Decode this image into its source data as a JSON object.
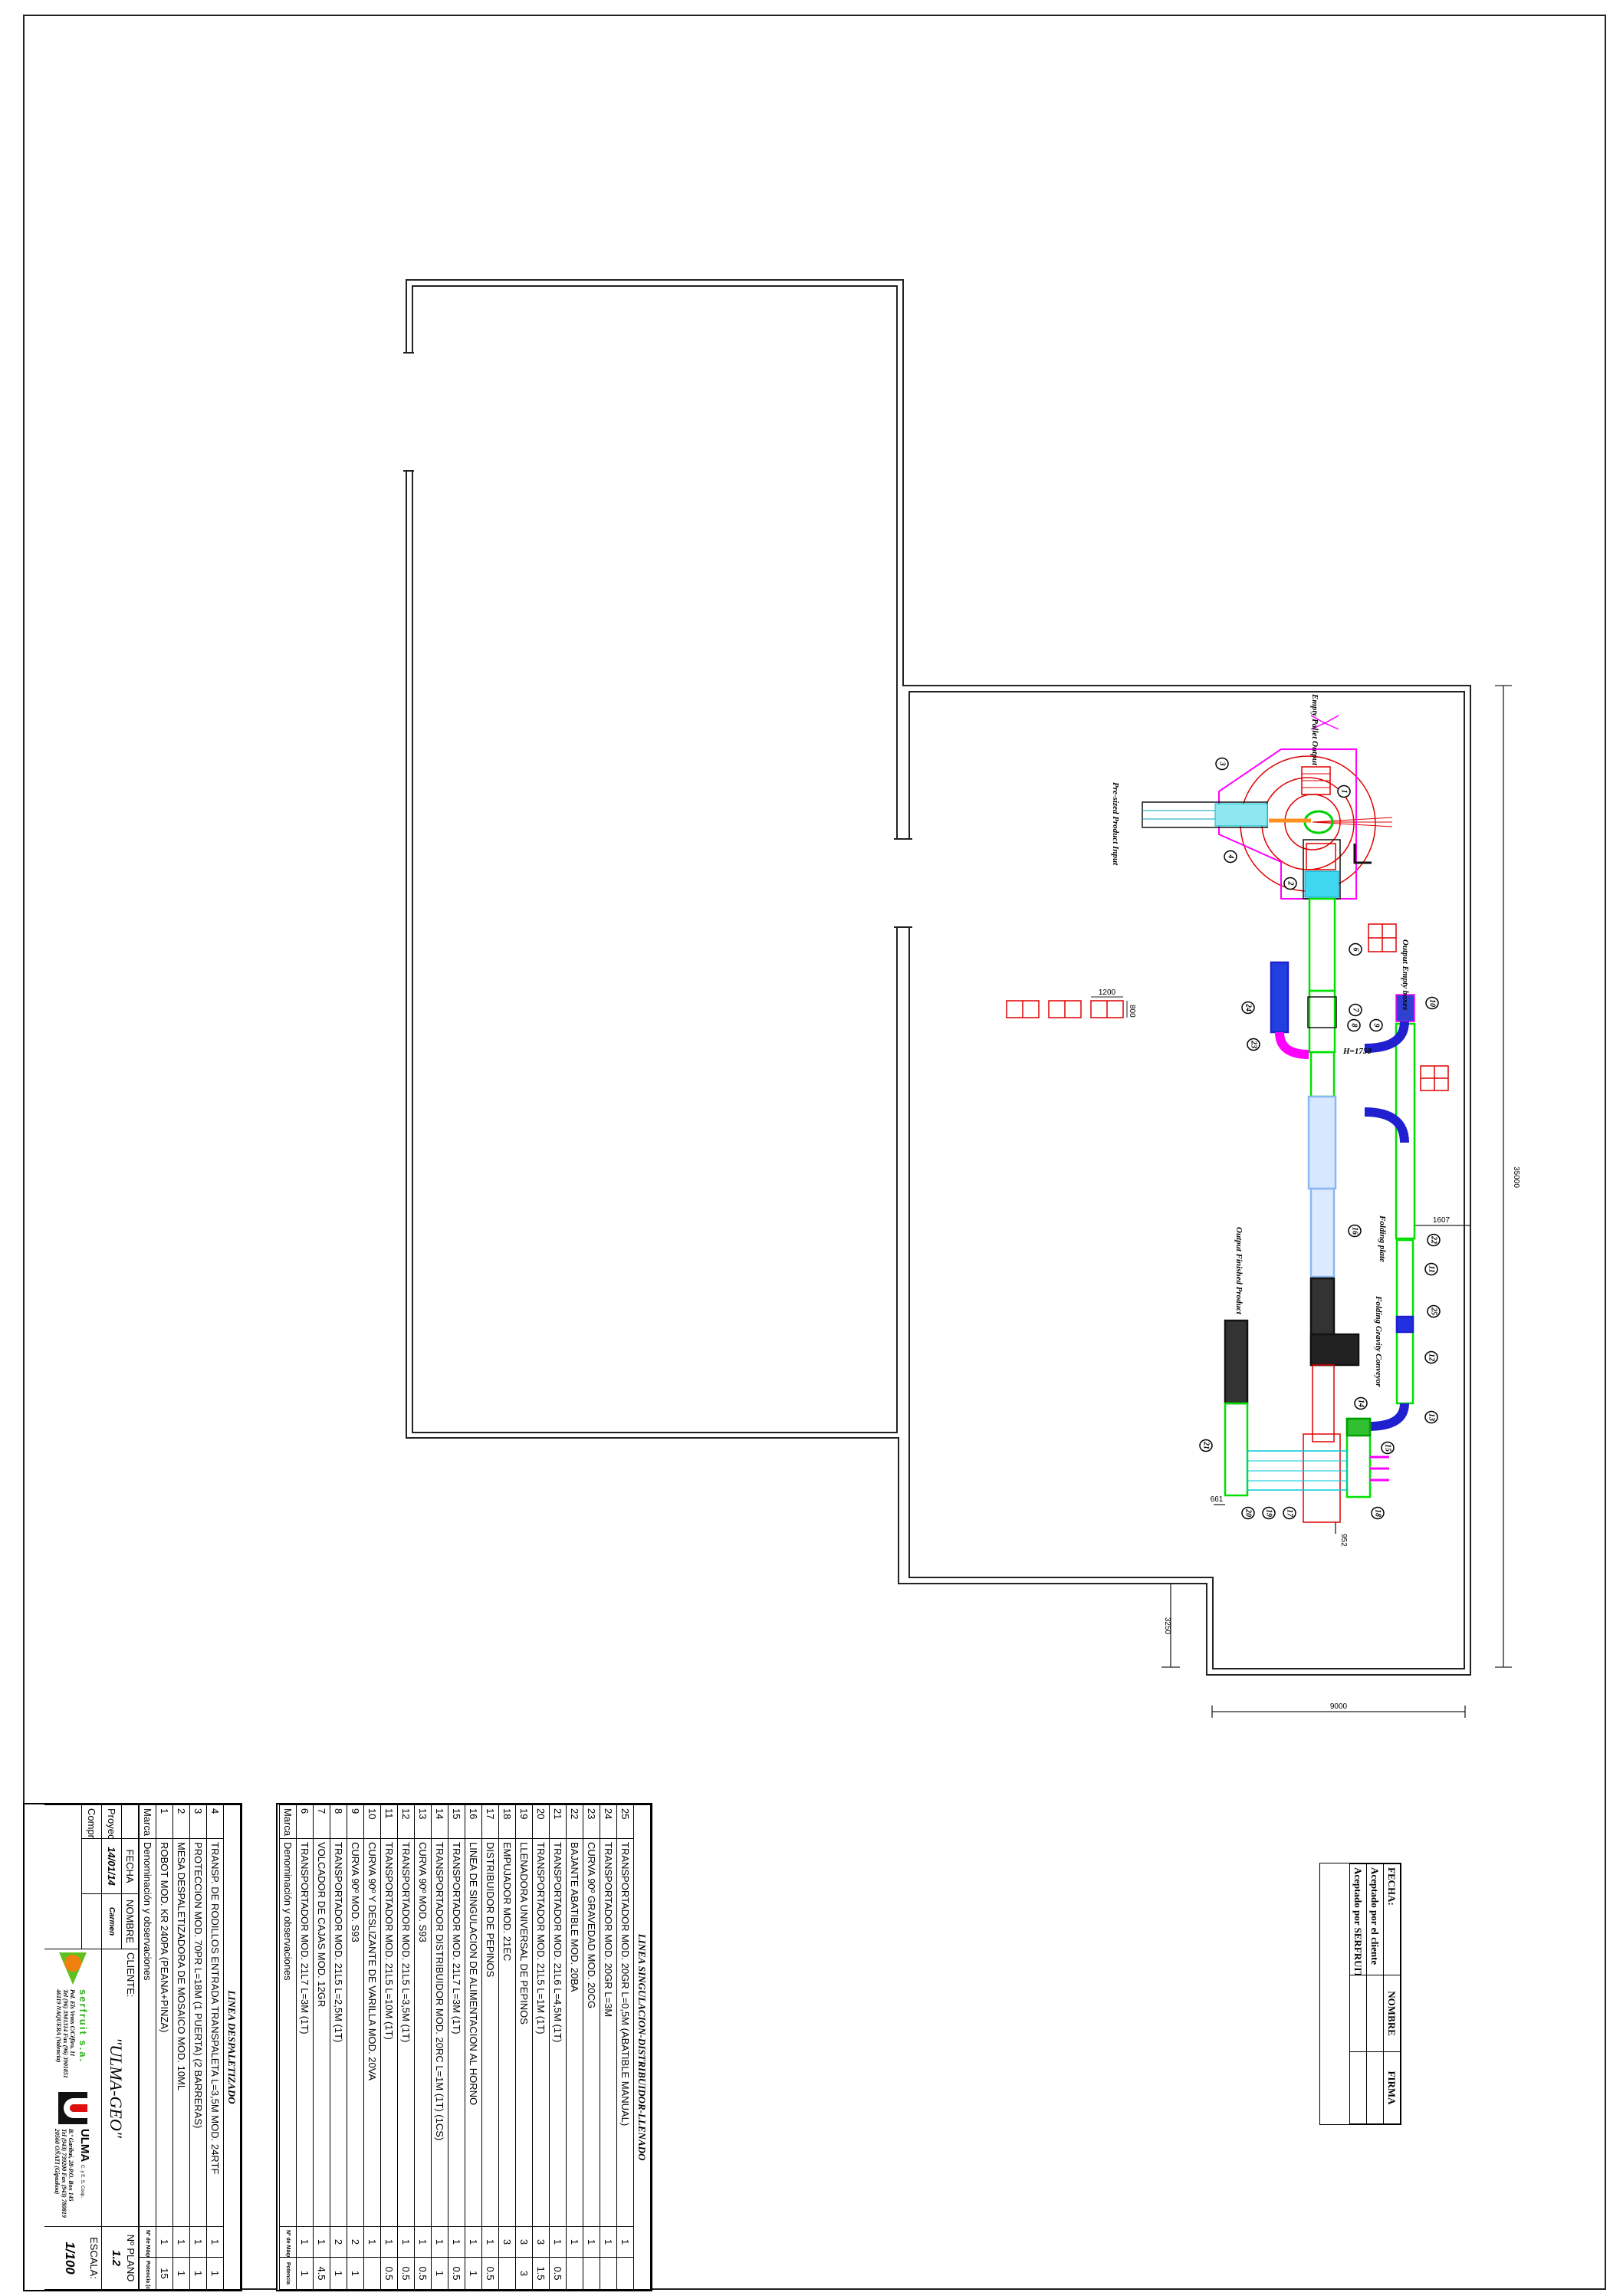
{
  "plan": {
    "labels": {
      "empty_pallet_output": "Empty Pallet Output",
      "presized_input": "Pre-sized Product Input",
      "empty_boxes_output": "Output Empty boxes",
      "finished_output": "Output Finished Product",
      "folding_plate": "Folding plate",
      "folding_gravity": "Folding Gravity Conveyor",
      "height_note": "H=1750"
    },
    "dimensions": {
      "total_length": "35000",
      "width": "9000",
      "notch": "3250",
      "pallet_w": "1200",
      "pallet_h": "800",
      "d1607": "1607",
      "d661": "661",
      "d952": "952"
    },
    "markers": [
      "1",
      "2",
      "3",
      "4",
      "6",
      "7",
      "8",
      "9",
      "10",
      "11",
      "12",
      "13",
      "14",
      "15",
      "16",
      "17",
      "18",
      "19",
      "20",
      "21",
      "22",
      "23",
      "24",
      "25"
    ],
    "colors": {
      "robot_zone": "#e00000",
      "fence": "#ff00ff",
      "conveyor": "#00e000",
      "curve": "#2020d0",
      "cyan": "#00c8d8",
      "light_blue": "#8ab8f0",
      "dark": "#111111"
    }
  },
  "despaletizado": {
    "title": "LINEA DESPALETIZADO",
    "rows": [
      {
        "marca": "4",
        "desc": "TRANSP. DE RODILLOS ENTRADA TRANSPALETA L=3,5M MOD. 24RTF",
        "maq": "1",
        "pot": "1"
      },
      {
        "marca": "3",
        "desc": "PROTECCION MOD. 70PR L=18M (1 PUERTA) (2 BARRERAS)",
        "maq": "1",
        "pot": "1"
      },
      {
        "marca": "2",
        "desc": "MESA DESPALETIZADORA DE MOSAICO MOD. 10ML",
        "maq": "1",
        "pot": "1"
      },
      {
        "marca": "1",
        "desc": "ROBOT MOD. KR 240PA (PEANA+PINZA)",
        "maq": "1",
        "pot": "15"
      }
    ],
    "header": {
      "marca": "Marca",
      "desc": "Denominación y observaciones",
      "maq": "Nº de Máquinas",
      "pot": "Potencia (c.v)"
    }
  },
  "title_block": {
    "fecha_label": "FECHA",
    "nombre_label": "NOMBRE",
    "cliente_label": "CLIENTE:",
    "plano_label": "Nº PLANO",
    "proyect_label": "Proyect",
    "comprob_label": "Comprob",
    "proyect_fecha": "14/01/14",
    "proyect_nombre": "Carmen",
    "cliente": "\"ULMA-GEO\"",
    "plano": "1.2",
    "escala_label": "ESCALA:",
    "escala": "1/100",
    "serfruit_name": "serfruit s.a.",
    "serfruit_address": [
      "Pol. Els Vents C/Cêfiro, 11",
      "Tel (96) 3901314 Fax (96) 3901851",
      "46119 NAQUERA (Valencia)"
    ],
    "ulma_name": "ULMA",
    "ulma_suffix": "C. y E. S. Coop.",
    "ulma_address": [
      "B.º Garibai, 28-P.O. Box 145",
      "Tel (943) 739200 Fax (943) 780819",
      "20560 OÑATI (Gipuzkoa)"
    ]
  },
  "singulacion": {
    "title": "LINEA SINGULACION-DISTRIBUIDOR-LLENADO",
    "rows": [
      {
        "marca": "25",
        "desc": "TRANSPORTADOR MOD. 20GR L=0,5M (ABATIBLE MANUAL)",
        "maq": "1",
        "pot": ""
      },
      {
        "marca": "24",
        "desc": "TRANSPORTADOR MOD. 20GR L=3M",
        "maq": "1",
        "pot": ""
      },
      {
        "marca": "23",
        "desc": "CURVA 90º GRAVEDAD MOD. 20CG",
        "maq": "1",
        "pot": ""
      },
      {
        "marca": "22",
        "desc": "BAJANTE ABATIBLE MOD. 20BA",
        "maq": "1",
        "pot": ""
      },
      {
        "marca": "21",
        "desc": "TRANSPORTADOR MOD. 21L6 L=4,5M (1T)",
        "maq": "1",
        "pot": "0.5"
      },
      {
        "marca": "20",
        "desc": "TRANSPORTADOR MOD. 21L5 L=1M (1T)",
        "maq": "3",
        "pot": "1.5"
      },
      {
        "marca": "19",
        "desc": "LLENADORA UNIVERSAL DE PEPINOS",
        "maq": "3",
        "pot": "3"
      },
      {
        "marca": "18",
        "desc": "EMPUJADOR MOD. 21EC",
        "maq": "3",
        "pot": ""
      },
      {
        "marca": "17",
        "desc": "DISTRIBUIDOR DE PEPINOS",
        "maq": "1",
        "pot": "0.5"
      },
      {
        "marca": "16",
        "desc": "LINEA DE SINGULACION DE ALIMENTACION AL HORNO",
        "maq": "1",
        "pot": "1"
      },
      {
        "marca": "15",
        "desc": "TRANSPORTADOR MOD. 21L7 L=3M (1T)",
        "maq": "1",
        "pot": "0.5"
      },
      {
        "marca": "14",
        "desc": "TRANSPORTADOR DISTRIBUIDOR MOD. 20RC L=1M (1T) (1CS)",
        "maq": "1",
        "pot": "1"
      },
      {
        "marca": "13",
        "desc": "CURVA 90º MOD. S93",
        "maq": "1",
        "pot": "0.5"
      },
      {
        "marca": "12",
        "desc": "TRANSPORTADOR MOD. 21L5 L=3,5M (1T)",
        "maq": "1",
        "pot": "0.5"
      },
      {
        "marca": "11",
        "desc": "TRANSPORTADOR MOD. 21L5 L=10M (1T)",
        "maq": "1",
        "pot": "0.5"
      },
      {
        "marca": "10",
        "desc": "CURVA 90º Y DESLIZANTE DE VARILLA MOD. 20VA",
        "maq": "1",
        "pot": ""
      },
      {
        "marca": "9",
        "desc": "CURVA 90º MOD. S93",
        "maq": "2",
        "pot": "1"
      },
      {
        "marca": "8",
        "desc": "TRANSPORTADOR MOD. 21L5 L=2,5M (1T)",
        "maq": "2",
        "pot": "1"
      },
      {
        "marca": "7",
        "desc": "VOLCADOR DE CAJAS MOD. 12GR",
        "maq": "1",
        "pot": "4.5"
      },
      {
        "marca": "6",
        "desc": "TRANSPORTADOR MOD. 21L7 L=3M (1T)",
        "maq": "1",
        "pot": "1"
      }
    ],
    "header": {
      "marca": "Marca",
      "desc": "Denominación y observaciones",
      "maq": "Nº de Máquinas",
      "pot": "Potencia"
    }
  },
  "acceptance": {
    "fecha": "FECHA:",
    "nombre": "NOMBRE",
    "firma": "FIRMA",
    "cliente": "Aceptado por el cliente",
    "serfruit": "Aceptado por SERFRUIT"
  }
}
